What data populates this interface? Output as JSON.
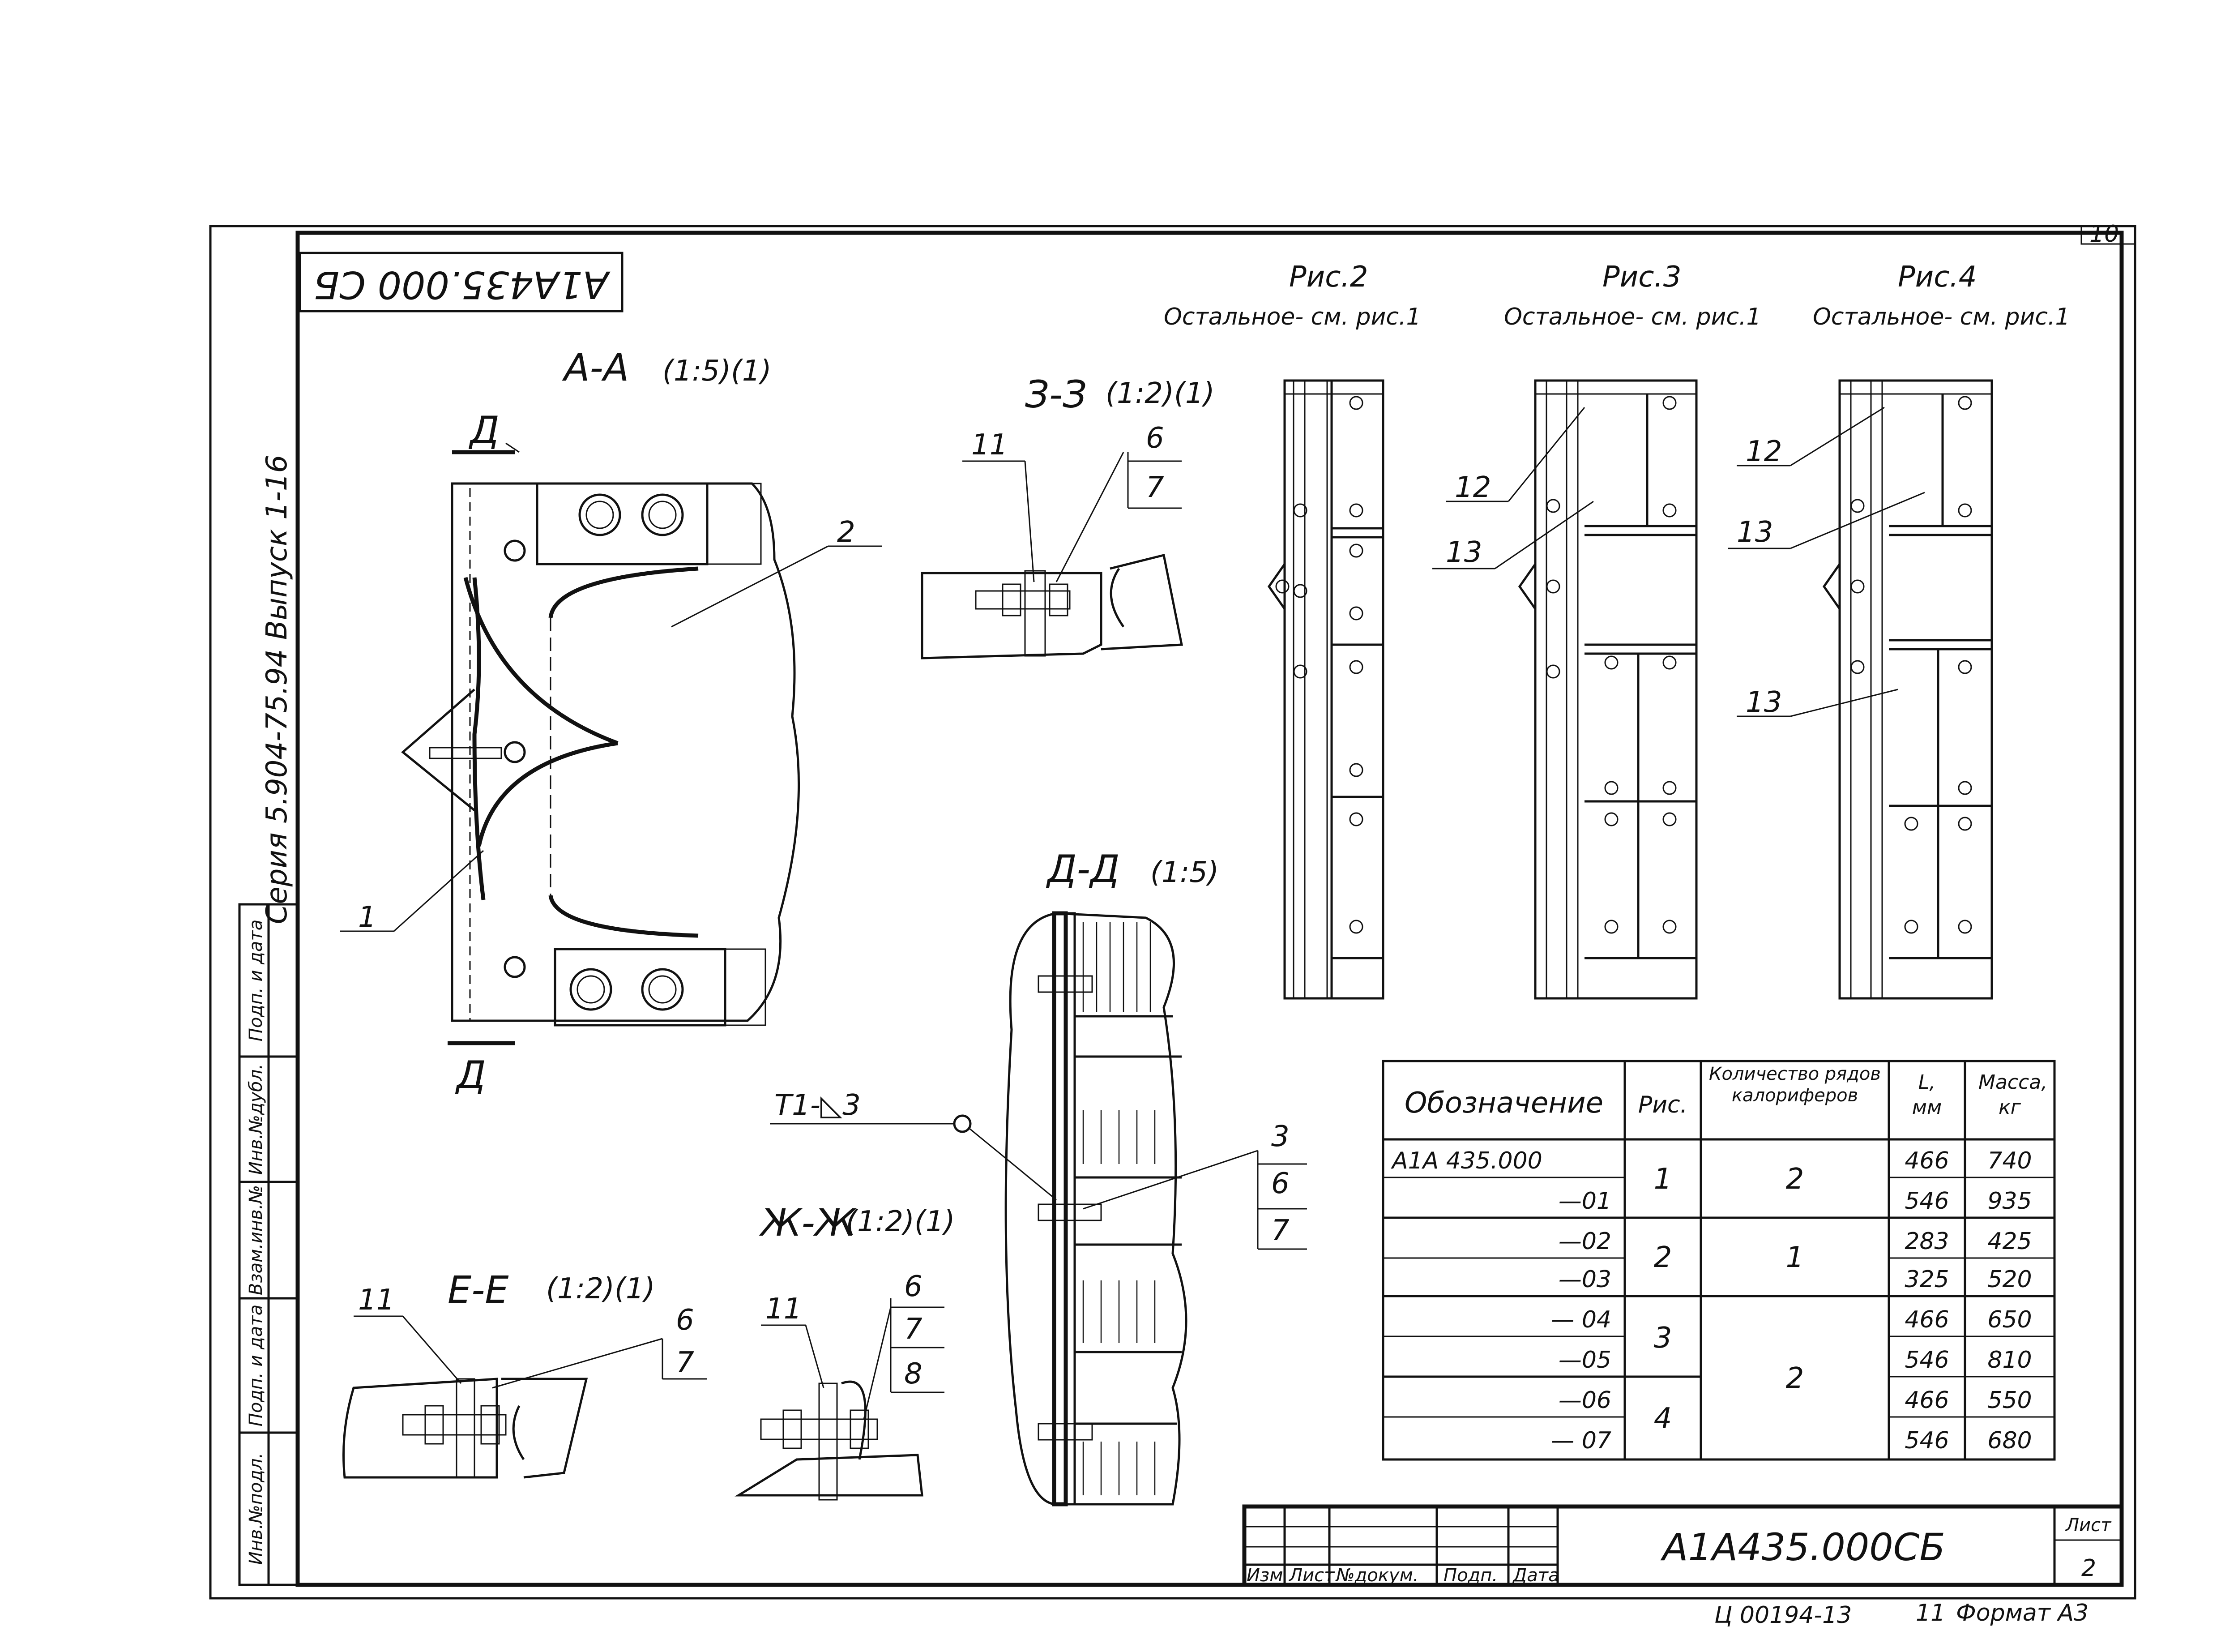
{
  "sheet": {
    "page_number": "10",
    "inverted_code": "А1А435.000 СБ",
    "series": "Серия 5.904-75.94 Выпуск 1-16",
    "designation": "А1А435.000СБ",
    "sheet_label": "Лист",
    "sheet_number": "2",
    "inventory": "Ц 00194-13",
    "format": "Формат А3",
    "format_prefix": "11"
  },
  "margin_stamp": [
    "Инв.№подл.",
    "Подп. и дата",
    "Взам.инв.№",
    "Инв.№дубл.",
    "Подп. и дата"
  ],
  "title_block": {
    "columns": [
      "Изм",
      "Лист",
      "№докум.",
      "Подп.",
      "Дата"
    ]
  },
  "views": {
    "aa": "А-А",
    "aa_scale": "(1:5)(1)",
    "zz": "З-З",
    "zz_scale": "(1:2)(1)",
    "dd": "Д-Д",
    "dd_scale": "(1:5)",
    "ee": "Е-Е",
    "ee_scale": "(1:2)(1)",
    "zhzh": "Ж-Ж",
    "zhzh_scale": "(1:2)(1)",
    "cut_d": "Д",
    "weld": "Т1-◺3"
  },
  "figures": [
    {
      "title": "Рис.2",
      "note": "Остальное- см. рис.1"
    },
    {
      "title": "Рис.3",
      "note": "Остальное- см. рис.1"
    },
    {
      "title": "Рис.4",
      "note": "Остальное- см. рис.1"
    }
  ],
  "callouts": {
    "aa_2": "2",
    "aa_1": "1",
    "zz_11": "11",
    "zz_6": "6",
    "zz_7": "7",
    "dd_3": "3",
    "dd_6": "6",
    "dd_7": "7",
    "ee_11": "11",
    "ee_6": "6",
    "ee_7": "7",
    "zh_11": "11",
    "zh_6": "6",
    "zh_7": "7",
    "zh_8": "8",
    "f3_12": "12",
    "f3_13": "13",
    "f4_12": "12",
    "f4_13a": "13",
    "f4_13b": "13"
  },
  "spec_table": {
    "headers": {
      "designation": "Обозначение",
      "figure": "Рис.",
      "rows_count": "Количество рядов калориферов",
      "length": "L, мм",
      "mass": "Масса, кг"
    },
    "rows": [
      {
        "designation": "А1А 435.000",
        "L": "466",
        "mass": "740"
      },
      {
        "designation": "—01",
        "L": "546",
        "mass": "935"
      },
      {
        "designation": "—02",
        "L": "283",
        "mass": "425"
      },
      {
        "designation": "—03",
        "L": "325",
        "mass": "520"
      },
      {
        "designation": "— 04",
        "L": "466",
        "mass": "650"
      },
      {
        "designation": "—05",
        "L": "546",
        "mass": "810"
      },
      {
        "designation": "—06",
        "L": "466",
        "mass": "550"
      },
      {
        "designation": "— 07",
        "L": "546",
        "mass": "680"
      }
    ],
    "figure_groups": [
      "1",
      "2",
      "3",
      "4"
    ],
    "count_groups": [
      "2",
      "1",
      "2"
    ]
  }
}
